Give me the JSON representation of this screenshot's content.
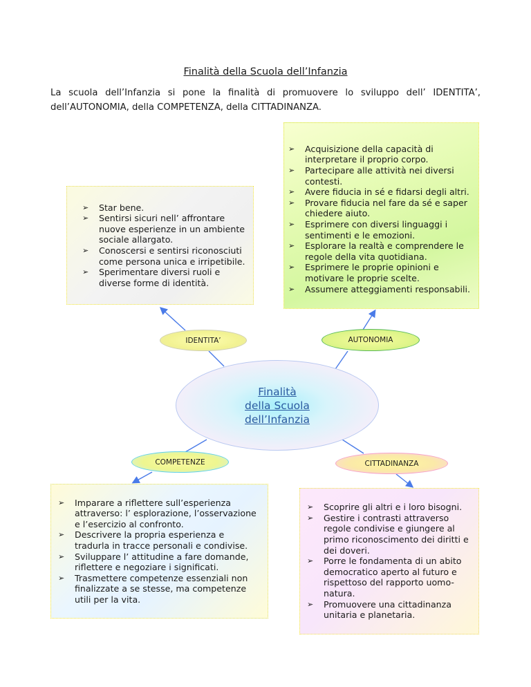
{
  "title": "Finalità della Scuola dell’Infanzia",
  "intro": {
    "text_before": "La scuola dell’Infanzia si pone la finalità di promuovere lo sviluppo dell’ ",
    "k1": "IDENTITA’",
    "sep1": ", dell’",
    "k2": "AUTONOMIA",
    "sep2": ", della ",
    "k3": "COMPETENZA",
    "sep3": ", della ",
    "k4": "CITTADINANZA",
    "end": "."
  },
  "center_node": {
    "lines": [
      "Finalità",
      "della Scuola",
      "dell’Infanzia"
    ]
  },
  "nodes": {
    "identita": "IDENTITA’",
    "autonomia": "AUTONOMIA",
    "competenze": "COMPETENZE",
    "cittadinanza": "CITTADINANZA"
  },
  "bullet_icon": "arrowhead-bullet",
  "boxes": {
    "identita": [
      "Star bene.",
      "Sentirsi sicuri nell’ affrontare nuove esperienze in un ambiente sociale allargato.",
      "Conoscersi e sentirsi riconosciuti come persona unica e irripetibile.",
      "Sperimentare diversi ruoli e diverse forme di identità."
    ],
    "autonomia": [
      "Acquisizione della capacità di interpretare il proprio corpo.",
      "Partecipare alle attività nei diversi contesti.",
      "Avere fiducia in sé e fidarsi degli altri.",
      "Provare fiducia nel fare da sé e saper chiedere aiuto.",
      "Esprimere con diversi linguaggi i sentimenti e le emozioni.",
      "Esplorare la realtà e comprendere le regole della vita quotidiana.",
      "Esprimere le proprie opinioni e motivare le proprie scelte.",
      "Assumere atteggiamenti responsabili."
    ],
    "competenze": [
      "Imparare a riflettere sull’esperienza attraverso: l’ esplorazione, l’osservazione e l’esercizio al confronto.",
      "Descrivere la propria esperienza e tradurla in tracce personali e condivise.",
      "Sviluppare l’ attitudine a fare domande, riflettere e negoziare i significati.",
      "Trasmettere competenze essenziali non finalizzate a se stesse, ma competenze utili per la vita."
    ],
    "cittadinanza": [
      "Scoprire gli altri e i loro bisogni.",
      "Gestire i contrasti attraverso regole condivise e giungere al primo riconoscimento dei diritti e dei doveri.",
      "Porre le fondamenta di un abito democratico aperto al futuro e rispettoso del rapporto uomo-natura.",
      "Promuovere una cittadinanza unitaria e planetaria."
    ]
  },
  "colors": {
    "connector": "#4a7be8",
    "center_text": "#2a5aa0"
  }
}
